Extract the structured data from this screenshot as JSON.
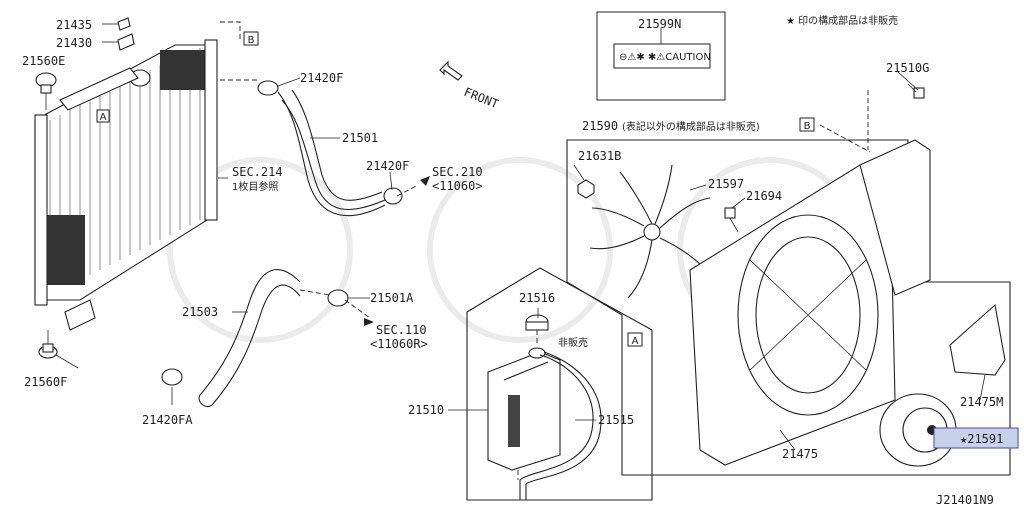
{
  "labels": {
    "p21435": "21435",
    "p21430": "21430",
    "p21560E": "21560E",
    "p21420F_top": "21420F",
    "p21501": "21501",
    "p21420F_mid": "21420F",
    "sec210": "SEC.210",
    "sec210_ref": "<11060>",
    "sec214": "SEC.214",
    "sec214_note": "1枚目参照",
    "p21503": "21503",
    "p21501A": "21501A",
    "sec110": "SEC.110",
    "sec110_ref": "<11060R>",
    "p21560F": "21560F",
    "p21420FA": "21420FA",
    "p21516": "21516",
    "not_sold": "非販売",
    "p21510": "21510",
    "p21515": "21515",
    "p21599N": "21599N",
    "caution_text": "⊖⚠✱ ✱⚠CAUTION",
    "legend_note": "★ 印の構成部品は非販売",
    "p21510G": "21510G",
    "p21590": "21590",
    "p21590_note": "(表記以外の構成部品は非販売)",
    "p21631B": "21631B",
    "p21597": "21597",
    "p21694": "21694",
    "p21475": "21475",
    "p21475M": "21475M",
    "p21591": "★21591",
    "front": "FRONT",
    "box_A": "A",
    "box_B": "B",
    "diagram_id": "J21401N9"
  },
  "colors": {
    "line": "#222222",
    "highlight_fill": "#c8d0ec",
    "highlight_stroke": "#3a4fa0"
  }
}
